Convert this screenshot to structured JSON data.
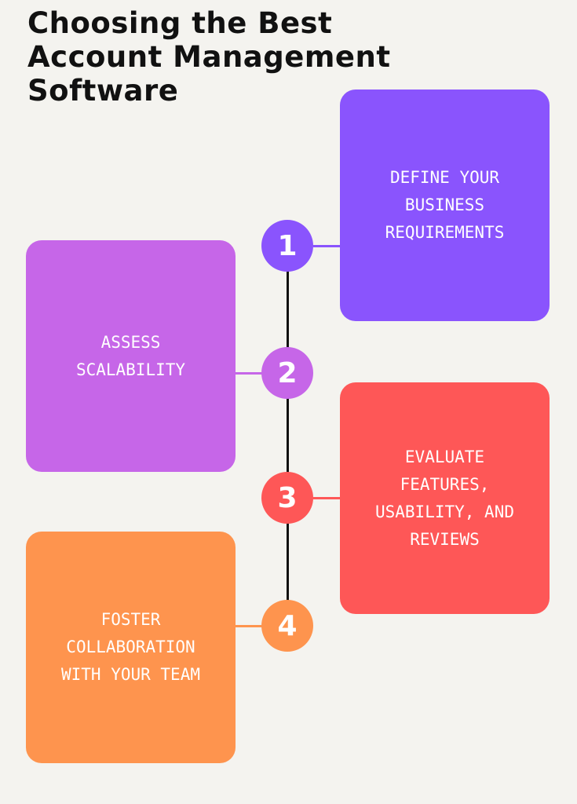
{
  "title": "Choosing the Best\nAccount Management\nSoftware",
  "colors": {
    "background": "#f4f3ef",
    "step1": "#8a54fd",
    "step2": "#c666e8",
    "step3": "#fe5757",
    "step4": "#fe944e"
  },
  "steps": [
    {
      "number": "1",
      "label": "DEFINE YOUR\nBUSINESS\nREQUIREMENTS"
    },
    {
      "number": "2",
      "label": "ASSESS\nSCALABILITY"
    },
    {
      "number": "3",
      "label": "EVALUATE\nFEATURES,\nUSABILITY, AND\nREVIEWS"
    },
    {
      "number": "4",
      "label": "FOSTER\nCOLLABORATION\nWITH YOUR TEAM"
    }
  ]
}
